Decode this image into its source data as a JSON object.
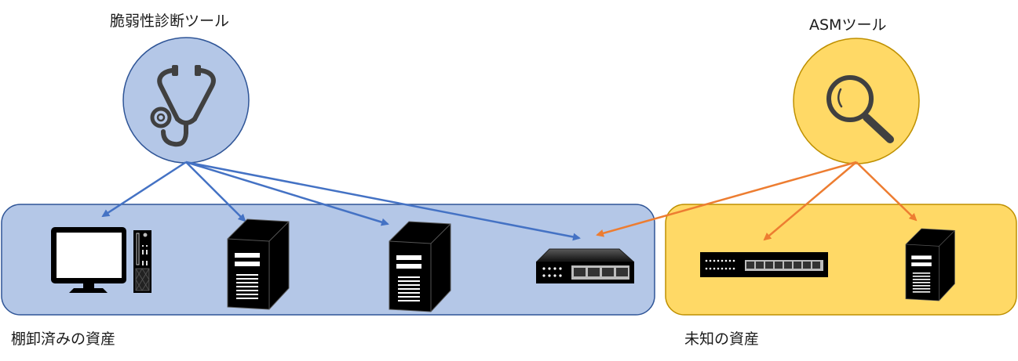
{
  "tools": {
    "vulnerability_scanner": {
      "label": "脆弱性診断ツール",
      "icon": "stethoscope-icon"
    },
    "asm": {
      "label": "ASMツール",
      "icon": "magnifying-glass-icon"
    }
  },
  "groups": {
    "inventoried": {
      "label": "棚卸済みの資産",
      "assets": [
        "desktop-pc",
        "server",
        "server",
        "network-switch-4port"
      ]
    },
    "unknown": {
      "label": "未知の資産",
      "assets": [
        "network-switch-8port",
        "server"
      ]
    }
  },
  "connections": [
    {
      "from": "vulnerability_scanner",
      "to": "inventoried.desktop-pc"
    },
    {
      "from": "vulnerability_scanner",
      "to": "inventoried.server-1"
    },
    {
      "from": "vulnerability_scanner",
      "to": "inventoried.server-2"
    },
    {
      "from": "vulnerability_scanner",
      "to": "inventoried.network-switch-4port"
    },
    {
      "from": "asm",
      "to": "inventoried.network-switch-4port"
    },
    {
      "from": "asm",
      "to": "unknown.network-switch-8port"
    },
    {
      "from": "asm",
      "to": "unknown.server"
    }
  ],
  "colors": {
    "blue_fill": "#b4c7e7",
    "blue_stroke": "#2f5597",
    "blue_arrow": "#4472c4",
    "yellow_fill": "#ffd966",
    "yellow_stroke": "#bf9000",
    "orange_arrow": "#ed7d31",
    "icon_gray": "#404040"
  }
}
